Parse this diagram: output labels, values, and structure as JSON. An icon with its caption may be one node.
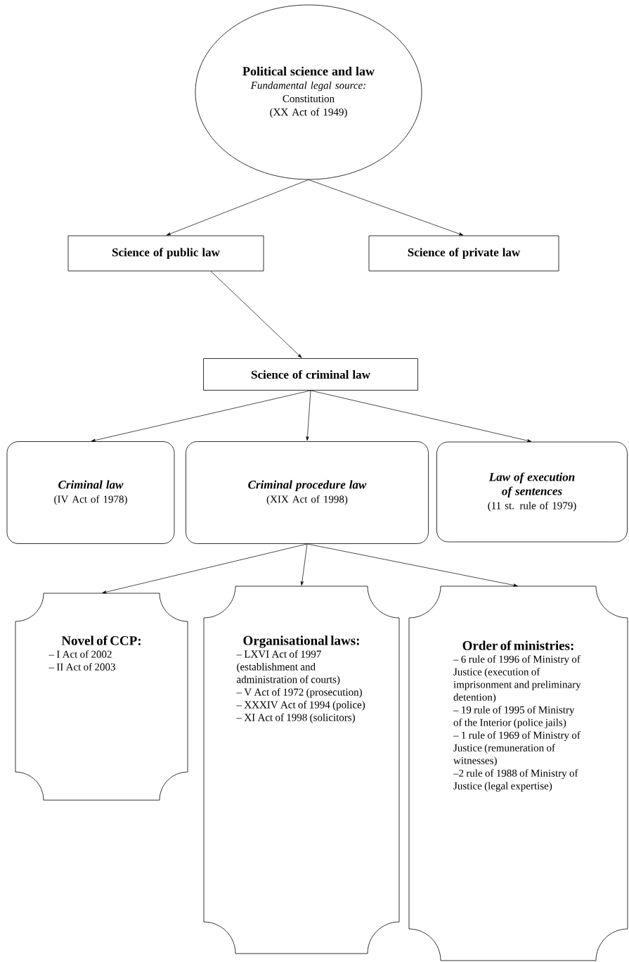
{
  "diagram": {
    "nodes": [
      {
        "text": [
          "Political science and law",
          "Fundamental legal source:",
          "Constitution",
          "(XX Act of 1949)"
        ]
      },
      {
        "text": [
          "Science of public law"
        ]
      },
      {
        "text": [
          "Science of private law"
        ]
      },
      {
        "text": [
          "Science of criminal law"
        ]
      },
      {
        "text": [
          "Criminal law",
          "(IV Act of 1978)"
        ]
      },
      {
        "text": [
          "Criminal procedure law",
          "(XIX Act of 1998)"
        ]
      },
      {
        "text": [
          "Law of execution of sentences",
          "(11 st. rule of 1979)"
        ]
      },
      {
        "text": [
          "Novel of CCP:",
          "– I Act of 2002",
          "– II Act of 2003"
        ]
      },
      {
        "text": [
          "Organisational laws:",
          "– LXVI Act of 1997 (establishment and administration of courts)",
          "– V Act of 1972 (prosecution)",
          "– XXXIV Act of 1994 (police)",
          "– XI Act of 1998 (solicitors)"
        ]
      },
      {
        "text": [
          "Order of ministries:",
          "– 6 rule of 1996 of Ministry of Justice (execution of imprisonment and preliminary detention)",
          "– 19 rule of 1995 of Ministry of the Interior (police jails)",
          "– 1 rule of 1969 of Ministry of Justice (remuneration of witnesses)",
          "–2 rule of 1988 of Ministry of Justice (legal expertise)"
        ]
      }
    ],
    "edges": [
      {
        "from": 0,
        "to": 1,
        "arrow": "to"
      },
      {
        "from": 0,
        "to": 2,
        "arrow": "to"
      },
      {
        "from": 1,
        "to": 3,
        "arrow": "to"
      },
      {
        "from": 3,
        "to": 4,
        "arrow": "to"
      },
      {
        "from": 3,
        "to": 5,
        "arrow": "to"
      },
      {
        "from": 3,
        "to": 6,
        "arrow": "to"
      },
      {
        "from": 5,
        "to": 7,
        "arrow": "to"
      },
      {
        "from": 5,
        "to": 8,
        "arrow": "to"
      },
      {
        "from": 5,
        "to": 9,
        "arrow": "to"
      }
    ]
  }
}
